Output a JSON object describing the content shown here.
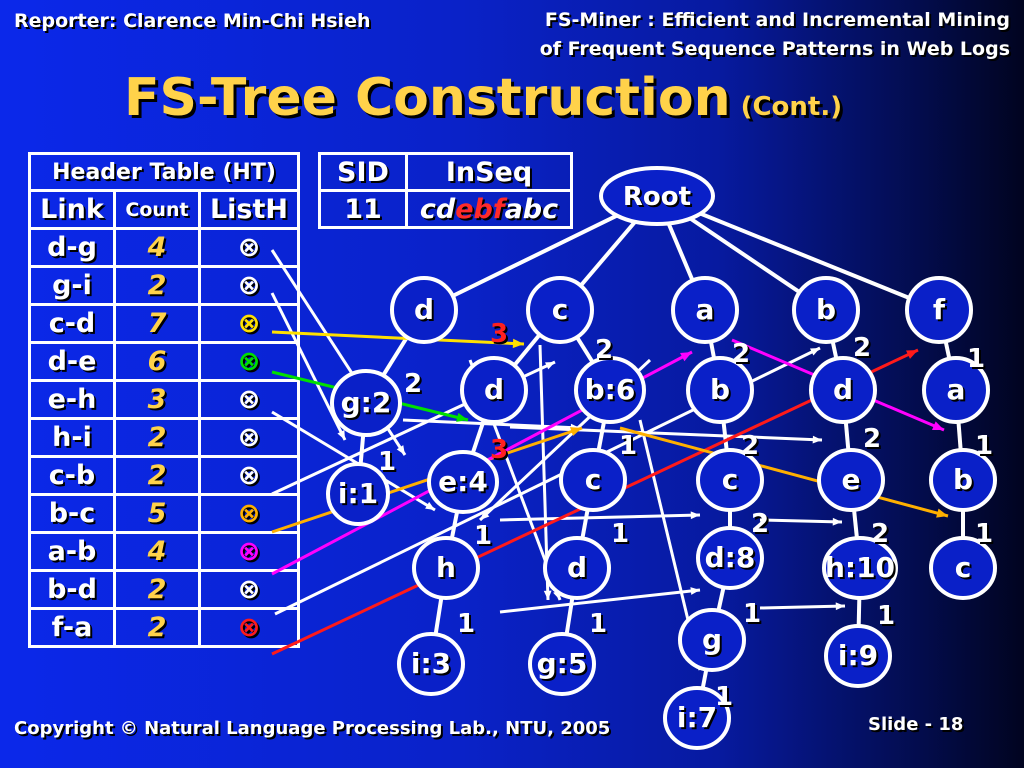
{
  "header": {
    "reporter": "Reporter: Clarence Min-Chi Hsieh",
    "paper_line1": "FS-Miner : Efficient and Incremental Mining",
    "paper_line2": "of Frequent Sequence Patterns in Web Logs",
    "title": "FS-Tree Construction",
    "title_sub": "(Cont.)"
  },
  "header_table": {
    "caption": "Header Table (HT)",
    "columns": [
      "Link",
      "Count",
      "ListH"
    ],
    "rows": [
      {
        "link": "d-g",
        "count": "4",
        "color": "#ffffff"
      },
      {
        "link": "g-i",
        "count": "2",
        "color": "#ffffff"
      },
      {
        "link": "c-d",
        "count": "7",
        "color": "#ffe000"
      },
      {
        "link": "d-e",
        "count": "6",
        "color": "#00e000"
      },
      {
        "link": "e-h",
        "count": "3",
        "color": "#ffffff"
      },
      {
        "link": "h-i",
        "count": "2",
        "color": "#ffffff"
      },
      {
        "link": "c-b",
        "count": "2",
        "color": "#ffffff"
      },
      {
        "link": "b-c",
        "count": "5",
        "color": "#ffb000"
      },
      {
        "link": "a-b",
        "count": "4",
        "color": "#ff00ff"
      },
      {
        "link": "b-d",
        "count": "2",
        "color": "#ffffff"
      },
      {
        "link": "f-a",
        "count": "2",
        "color": "#ff1a1a"
      }
    ],
    "list_symbol": "⊗"
  },
  "sequence_table": {
    "columns": [
      "SID",
      "InSeq"
    ],
    "sid": "11",
    "seq": {
      "a": "cd",
      "b": "ebf",
      "c": "abc"
    }
  },
  "tree": {
    "nodes": [
      {
        "id": "root",
        "label": "Root"
      },
      {
        "id": "n_d",
        "label": "d"
      },
      {
        "id": "n_c",
        "label": "c"
      },
      {
        "id": "n_a",
        "label": "a"
      },
      {
        "id": "n_b",
        "label": "b"
      },
      {
        "id": "n_f",
        "label": "f"
      },
      {
        "id": "n_g2",
        "label": "g:2"
      },
      {
        "id": "n_cd",
        "label": "d"
      },
      {
        "id": "n_b6",
        "label": "b:6"
      },
      {
        "id": "n_ab",
        "label": "b"
      },
      {
        "id": "n_bd",
        "label": "d"
      },
      {
        "id": "n_fa",
        "label": "a"
      },
      {
        "id": "n_i1",
        "label": "i:1"
      },
      {
        "id": "n_e4",
        "label": "e:4"
      },
      {
        "id": "n_bc",
        "label": "c"
      },
      {
        "id": "n_abc",
        "label": "c"
      },
      {
        "id": "n_bde",
        "label": "e"
      },
      {
        "id": "n_fab",
        "label": "b"
      },
      {
        "id": "n_h",
        "label": "h"
      },
      {
        "id": "n_cd2",
        "label": "d"
      },
      {
        "id": "n_d8",
        "label": "d:8"
      },
      {
        "id": "n_h10",
        "label": "h:10"
      },
      {
        "id": "n_fabc",
        "label": "c"
      },
      {
        "id": "n_i3",
        "label": "i:3"
      },
      {
        "id": "n_g5",
        "label": "g:5"
      },
      {
        "id": "n_g",
        "label": "g"
      },
      {
        "id": "n_i9",
        "label": "i:9"
      },
      {
        "id": "n_i7",
        "label": "i:7"
      }
    ],
    "counts": [
      {
        "id": "c1",
        "value": "3",
        "color": "#ff2020"
      },
      {
        "id": "c2",
        "value": "2",
        "color": "#ffffff"
      },
      {
        "id": "c3",
        "value": "2",
        "color": "#ffffff"
      },
      {
        "id": "c4",
        "value": "2",
        "color": "#ffffff"
      },
      {
        "id": "c5",
        "value": "1",
        "color": "#ffffff"
      },
      {
        "id": "c6",
        "value": "2",
        "color": "#ffffff"
      },
      {
        "id": "c7",
        "value": "3",
        "color": "#ff2020"
      },
      {
        "id": "c8",
        "value": "1",
        "color": "#ffffff"
      },
      {
        "id": "c9",
        "value": "2",
        "color": "#ffffff"
      },
      {
        "id": "c10",
        "value": "2",
        "color": "#ffffff"
      },
      {
        "id": "c11",
        "value": "1",
        "color": "#ffffff"
      },
      {
        "id": "c12",
        "value": "1",
        "color": "#ffffff"
      },
      {
        "id": "c13",
        "value": "1",
        "color": "#ffffff"
      },
      {
        "id": "c14",
        "value": "1",
        "color": "#ffffff"
      },
      {
        "id": "c15",
        "value": "2",
        "color": "#ffffff"
      },
      {
        "id": "c16",
        "value": "2",
        "color": "#ffffff"
      },
      {
        "id": "c17",
        "value": "1",
        "color": "#ffffff"
      },
      {
        "id": "c18",
        "value": "1",
        "color": "#ffffff"
      },
      {
        "id": "c19",
        "value": "1",
        "color": "#ffffff"
      },
      {
        "id": "c20",
        "value": "1",
        "color": "#ffffff"
      },
      {
        "id": "c21",
        "value": "1",
        "color": "#ffffff"
      },
      {
        "id": "c22",
        "value": "1",
        "color": "#ffffff"
      }
    ]
  },
  "footer": {
    "copyright": "Copyright © Natural Language Processing Lab., NTU,  2005",
    "slide": "Slide - 18"
  }
}
